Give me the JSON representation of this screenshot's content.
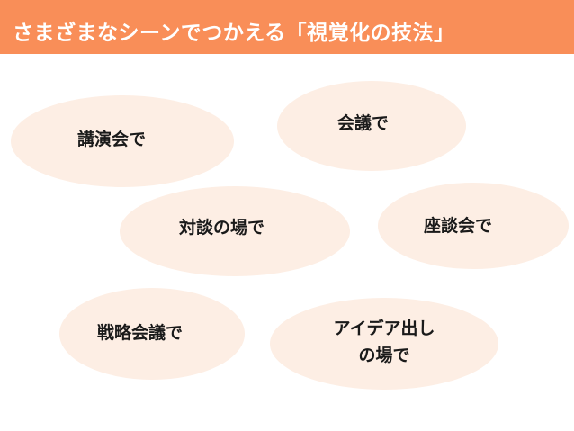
{
  "header": {
    "title": "さまざまなシーンでつかえる「視覚化の技法」"
  },
  "bubbles": {
    "lecture": "講演会で",
    "meeting": "会議で",
    "dialogue": "対談の場で",
    "roundtable": "座談会で",
    "strategy": "戦略会議で",
    "idea_line1": "アイデア出し",
    "idea_line2": "の場で"
  },
  "colors": {
    "header_bg": "#f98e58",
    "bubble_bg": "#fdeee4",
    "text": "#1a1a1a"
  }
}
